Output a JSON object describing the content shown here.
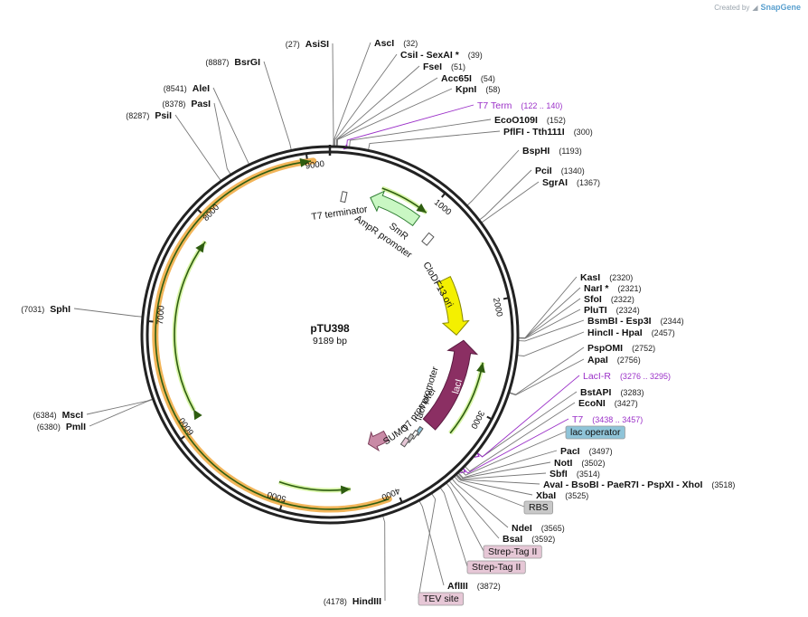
{
  "credit": {
    "text": "Created by",
    "brand": "SnapGene"
  },
  "plasmid": {
    "name": "pTU398",
    "size_label": "9189 bp",
    "length": 9189
  },
  "colors": {
    "backbone": "#222222",
    "orf": "#f0a83c",
    "orf_inner": "#2e5d10",
    "lacI": "#8b2f63",
    "ori": "#f4f000",
    "smr": "#c9f7c3",
    "primer": "#9b30c8",
    "lac_operator": "#8fc4d8",
    "rbs": "#c8c8c8",
    "tag": "#e6c7d6"
  },
  "ticks": [
    {
      "label": "1000",
      "pos": 1000
    },
    {
      "label": "2000",
      "pos": 2000
    },
    {
      "label": "3000",
      "pos": 3000
    },
    {
      "label": "4000",
      "pos": 4000
    },
    {
      "label": "5000",
      "pos": 5000
    },
    {
      "label": "6000",
      "pos": 6000
    },
    {
      "label": "7000",
      "pos": 7000
    },
    {
      "label": "8000",
      "pos": 8000
    },
    {
      "label": "9000",
      "pos": 9000
    }
  ],
  "sites_right": [
    {
      "name": "AscI",
      "pos_label": "(32)",
      "pos": 32
    },
    {
      "name": "CsiI   - SexAI *",
      "pos_label": "(39)",
      "pos": 39
    },
    {
      "name": "FseI",
      "pos_label": "(51)",
      "pos": 51
    },
    {
      "name": "Acc65I",
      "pos_label": "(54)",
      "pos": 54
    },
    {
      "name": "KpnI",
      "pos_label": "(58)",
      "pos": 58
    },
    {
      "name": "EcoO109I",
      "pos_label": "(152)",
      "pos": 152
    },
    {
      "name": "PflFI   - Tth111I",
      "pos_label": "(300)",
      "pos": 300
    },
    {
      "name": "BspHI",
      "pos_label": "(1193)",
      "pos": 1193
    },
    {
      "name": "PciI",
      "pos_label": "(1340)",
      "pos": 1340
    },
    {
      "name": "SgrAI",
      "pos_label": "(1367)",
      "pos": 1367
    },
    {
      "name": "KasI",
      "pos_label": "(2320)",
      "pos": 2320
    },
    {
      "name": "NarI *",
      "pos_label": "(2321)",
      "pos": 2321
    },
    {
      "name": "SfoI",
      "pos_label": "(2322)",
      "pos": 2322
    },
    {
      "name": "PluTI",
      "pos_label": "(2324)",
      "pos": 2324
    },
    {
      "name": "BsmBI   - Esp3I",
      "pos_label": "(2344)",
      "pos": 2344
    },
    {
      "name": "HincII   - HpaI",
      "pos_label": "(2457)",
      "pos": 2457
    },
    {
      "name": "PspOMI",
      "pos_label": "(2752)",
      "pos": 2752
    },
    {
      "name": "ApaI",
      "pos_label": "(2756)",
      "pos": 2756
    },
    {
      "name": "BstAPI",
      "pos_label": "(3283)",
      "pos": 3283
    },
    {
      "name": "EcoNI",
      "pos_label": "(3427)",
      "pos": 3427
    },
    {
      "name": "PacI",
      "pos_label": "(3497)",
      "pos": 3497
    },
    {
      "name": "NotI",
      "pos_label": "(3502)",
      "pos": 3502
    },
    {
      "name": "SbfI",
      "pos_label": "(3514)",
      "pos": 3514
    },
    {
      "name": "AvaI   - BsoBI   - PaeR7I   - PspXI   - XhoI",
      "pos_label": "(3518)",
      "pos": 3518
    },
    {
      "name": "XbaI",
      "pos_label": "(3525)",
      "pos": 3525
    },
    {
      "name": "NdeI",
      "pos_label": "(3565)",
      "pos": 3565
    },
    {
      "name": "BsaI",
      "pos_label": "(3592)",
      "pos": 3592
    },
    {
      "name": "AflIII",
      "pos_label": "(3872)",
      "pos": 3872
    }
  ],
  "sites_left": [
    {
      "name": "AsiSI",
      "pos_label": "(27)",
      "pos": 27
    },
    {
      "name": "BsrGI",
      "pos_label": "(8887)",
      "pos": 8887
    },
    {
      "name": "AleI",
      "pos_label": "(8541)",
      "pos": 8541
    },
    {
      "name": "PasI",
      "pos_label": "(8378)",
      "pos": 8378
    },
    {
      "name": "PsiI",
      "pos_label": "(8287)",
      "pos": 8287
    },
    {
      "name": "SphI",
      "pos_label": "(7031)",
      "pos": 7031
    },
    {
      "name": "MscI",
      "pos_label": "(6384)",
      "pos": 6384
    },
    {
      "name": "PmlI",
      "pos_label": "(6380)",
      "pos": 6380
    },
    {
      "name": "HindIII",
      "pos_label": "(4178)",
      "pos": 4178
    }
  ],
  "primers": [
    {
      "name": "T7 Term",
      "pos_label": "(122 .. 140)",
      "pos": 131
    },
    {
      "name": "LacI-R",
      "pos_label": "(3276 .. 3295)",
      "pos": 3285
    },
    {
      "name": "T7",
      "pos_label": "(3438 .. 3457)",
      "pos": 3447
    }
  ],
  "boxed_features": [
    {
      "name": "lac operator",
      "pos": 3470,
      "color_key": "lac_operator"
    },
    {
      "name": "RBS",
      "pos": 3540,
      "color_key": "rbs"
    },
    {
      "name": "Strep-Tag II",
      "pos": 3620,
      "color_key": "tag"
    },
    {
      "name": "Strep-Tag II",
      "pos": 3680,
      "color_key": "tag"
    },
    {
      "name": "TEV site",
      "pos": 3760,
      "color_key": "tag"
    }
  ],
  "features": [
    {
      "name": "SmR",
      "start": 950,
      "end": 420
    },
    {
      "name": "CloDF13 ori",
      "start": 1640,
      "end": 2300
    },
    {
      "name": "lacI",
      "start": 3370,
      "end": 2360
    },
    {
      "name": "SUMO",
      "start": 3850,
      "end": 4100
    }
  ],
  "feature_labels": [
    {
      "name": "T7 terminator"
    },
    {
      "name": "AmpR promoter"
    },
    {
      "name": "CloDF13 ori"
    },
    {
      "name": "lacI promoter"
    },
    {
      "name": "T7 promoter"
    },
    {
      "name": "SUMO"
    }
  ]
}
